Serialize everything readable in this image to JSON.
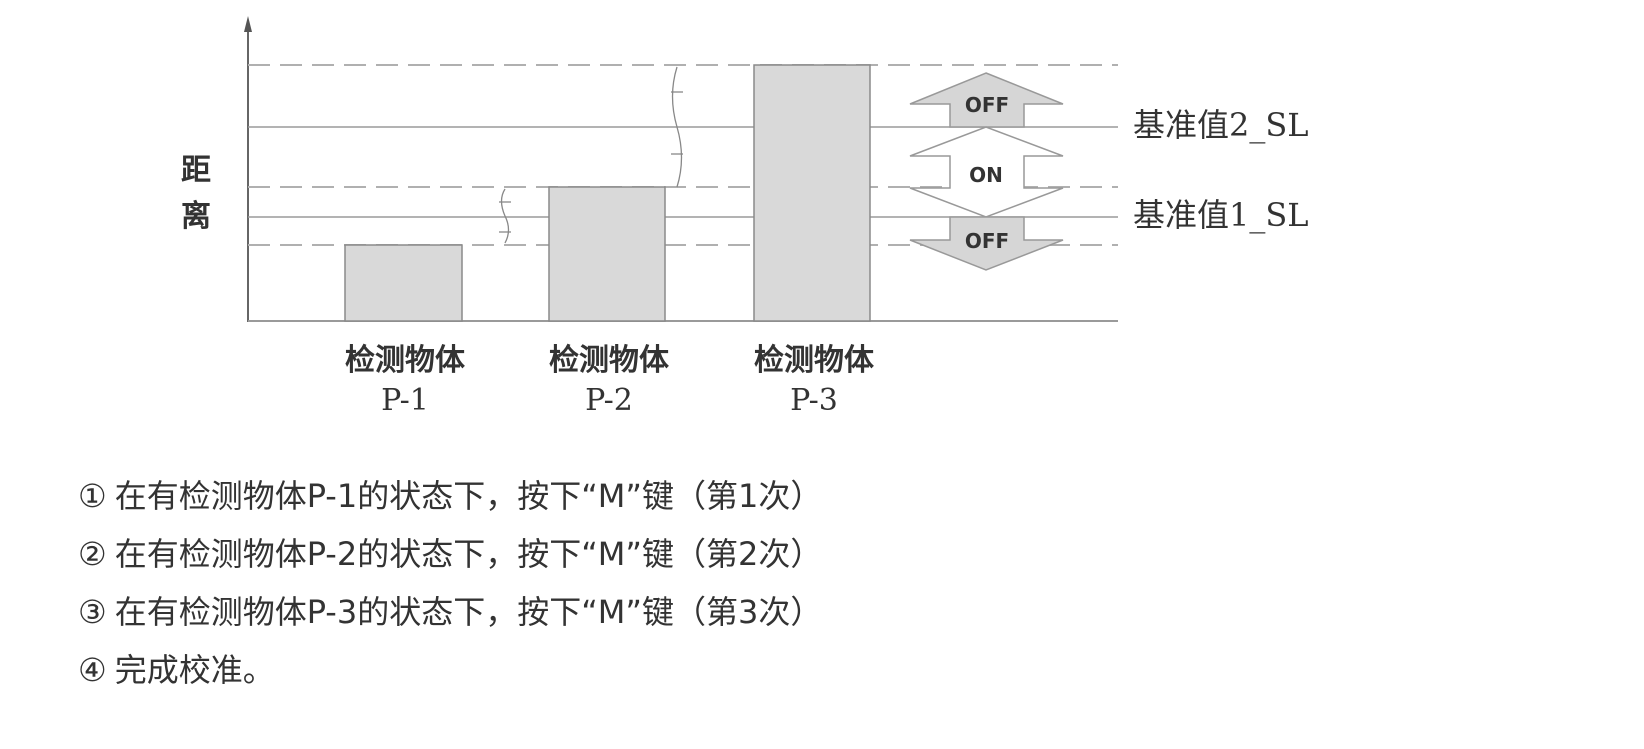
{
  "y_axis_label": [
    "距",
    "离"
  ],
  "reference_lines": [
    {
      "label": "基准值2_SL"
    },
    {
      "label": "基准值1_SL"
    }
  ],
  "objects": [
    {
      "name_line": "检测物体",
      "id_line": "P-1"
    },
    {
      "name_line": "检测物体",
      "id_line": "P-2"
    },
    {
      "name_line": "检测物体",
      "id_line": "P-3"
    }
  ],
  "arrows": {
    "top": "OFF",
    "middle": "ON",
    "bottom": "OFF"
  },
  "steps": [
    {
      "mark": "①",
      "text": "在有检测物体P-1的状态下，按下“M”键（第1次）"
    },
    {
      "mark": "②",
      "text": "在有检测物体P-2的状态下，按下“M”键（第2次）"
    },
    {
      "mark": "③",
      "text": "在有检测物体P-3的状态下，按下“M”键（第3次）"
    },
    {
      "mark": "④",
      "text": "完成校准。"
    }
  ],
  "colors": {
    "bar_fill": "#d9d9d9",
    "line": "#9a9a9a",
    "dash": "#b0b0b0",
    "text": "#333333"
  }
}
